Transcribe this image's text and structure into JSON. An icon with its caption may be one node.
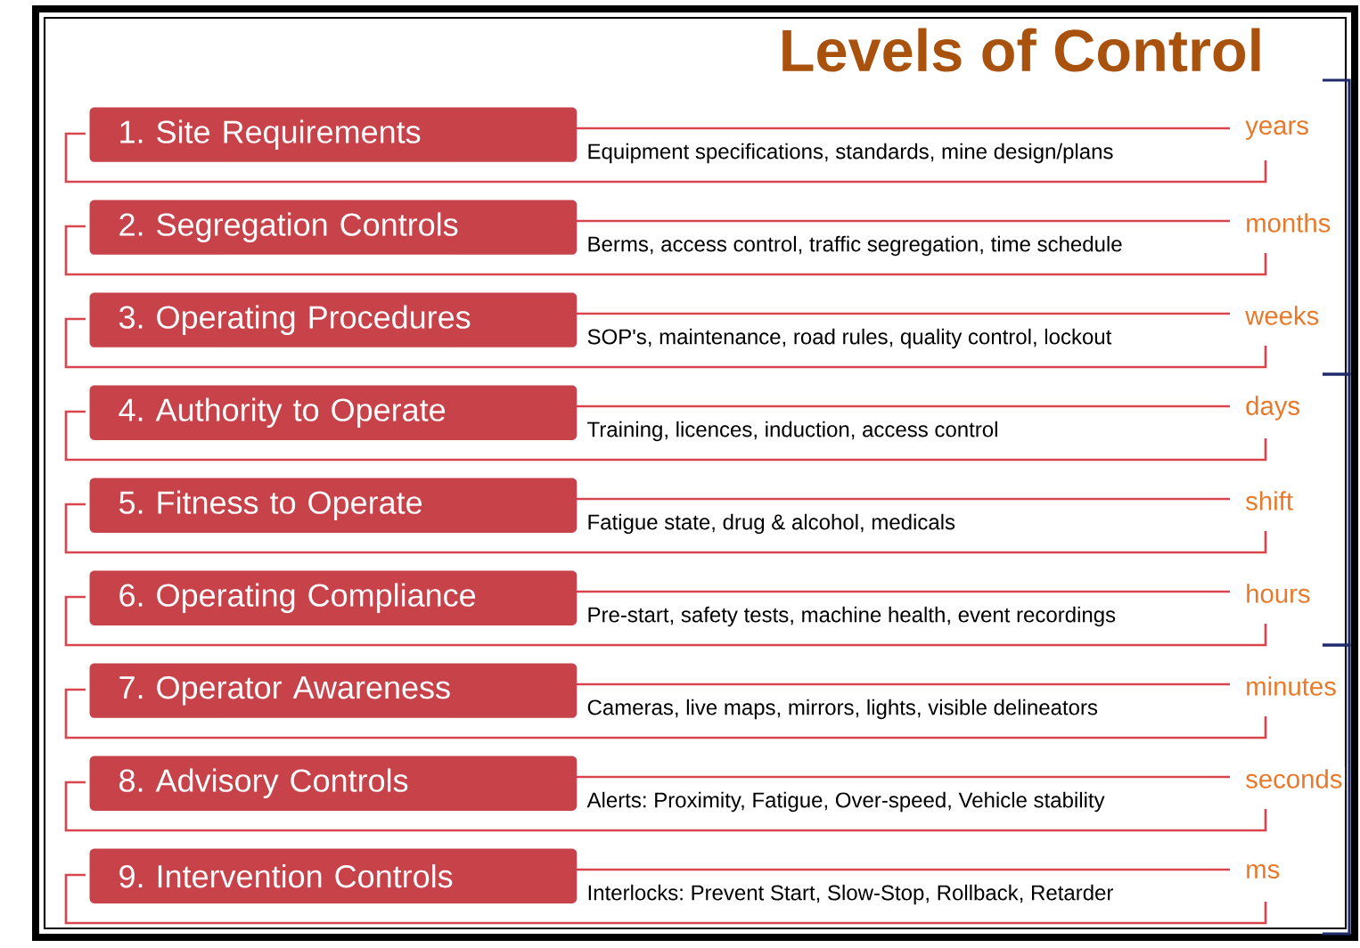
{
  "diagram": {
    "title": "Levels of Control",
    "nodes": [
      {
        "text": [
          "1. Site Requirements"
        ],
        "beside": [
          "Equipment specifications, standards, mine design/plans"
        ]
      },
      {
        "text": [
          "2. Segregation Controls"
        ],
        "beside": [
          "Berms, access control, traffic segregation, time schedule"
        ]
      },
      {
        "text": [
          "3. Operating Procedures"
        ],
        "beside": [
          "SOP's, maintenance, road rules, quality control, lockout"
        ]
      },
      {
        "text": [
          "4. Authority to Operate"
        ],
        "beside": [
          "Training, licences, induction, access control"
        ]
      },
      {
        "text": [
          "5. Fitness to Operate"
        ],
        "beside": [
          "Fatigue state, drug & alcohol, medicals"
        ]
      },
      {
        "text": [
          "6. Operating Compliance"
        ],
        "beside": [
          "Pre-start, safety tests, machine health, event recordings"
        ]
      },
      {
        "text": [
          "7. Operator Awareness"
        ],
        "beside": [
          "Cameras, live maps, mirrors, lights, visible delineators"
        ]
      },
      {
        "text": [
          "8. Advisory Controls"
        ],
        "beside": [
          "Alerts: Proximity, Fatigue, Over-speed, Vehicle stability"
        ]
      },
      {
        "text": [
          "9. Intervention Controls"
        ],
        "beside": [
          "Interlocks: Prevent Start, Slow-Stop, Rollback, Retarder"
        ]
      }
    ],
    "labels": [
      "years",
      "months",
      "weeks",
      "days",
      "shift",
      "hours",
      "minutes",
      "seconds",
      "ms"
    ]
  }
}
